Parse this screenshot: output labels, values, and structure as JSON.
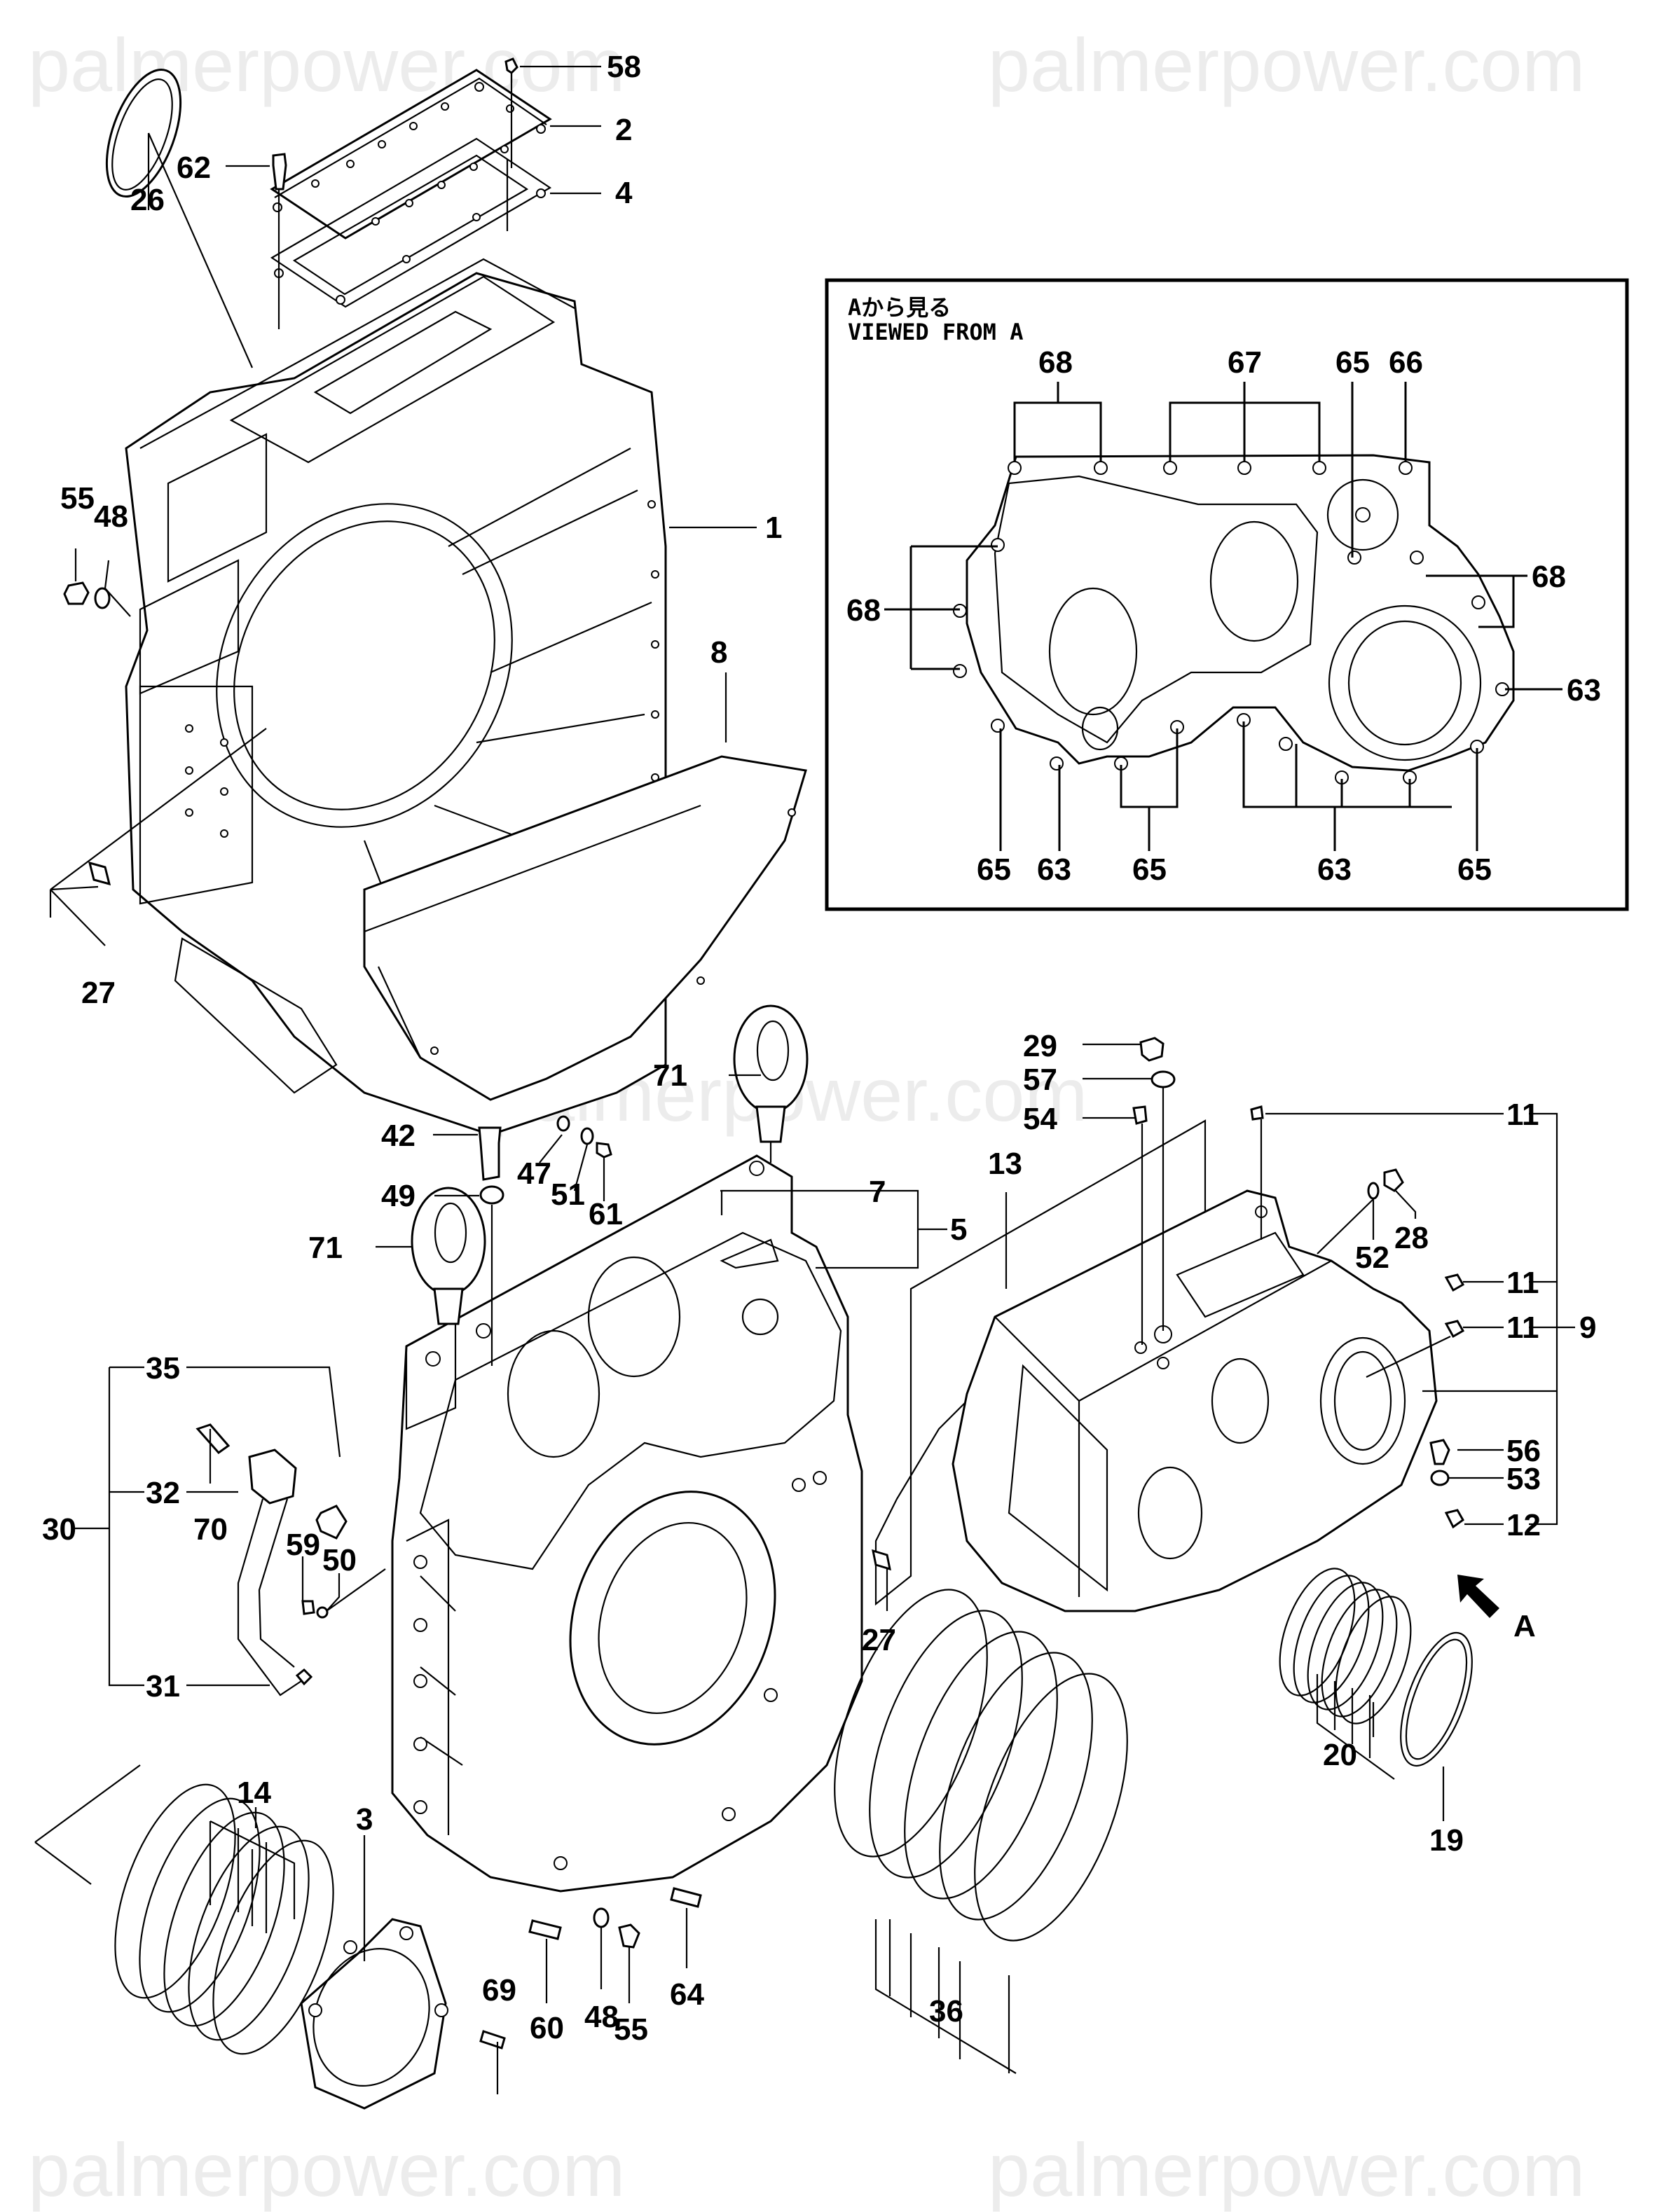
{
  "watermark": "palmerpower.com",
  "inset": {
    "title_jp": "Aから見る",
    "title_en": "VIEWED FROM A",
    "callouts": [
      "68",
      "67",
      "65",
      "66",
      "68",
      "68",
      "63",
      "65",
      "63",
      "65",
      "63",
      "65"
    ]
  },
  "view_arrow_label": "A",
  "callouts": {
    "c58": "58",
    "c2": "2",
    "c62": "62",
    "c4": "4",
    "c26": "26",
    "c1": "1",
    "c55a": "55",
    "c48a": "48",
    "c8": "8",
    "c27a": "27",
    "c71a": "71",
    "c42": "42",
    "c47": "47",
    "c51": "51",
    "c61": "61",
    "c49": "49",
    "c7": "7",
    "c5": "5",
    "c71b": "71",
    "c13": "13",
    "c29": "29",
    "c57": "57",
    "c54": "54",
    "c11a": "11",
    "c52": "52",
    "c28": "28",
    "c11b": "11",
    "c11c": "11",
    "c9": "9",
    "c56": "56",
    "c53": "53",
    "c12": "12",
    "c35": "35",
    "c70": "70",
    "c30": "30",
    "c32": "32",
    "c59": "59",
    "c50": "50",
    "c31": "31",
    "c27b": "27",
    "c20": "20",
    "c19": "19",
    "c14": "14",
    "c3": "3",
    "c69": "69",
    "c60": "60",
    "c48b": "48",
    "c55b": "55",
    "c64": "64",
    "c36": "36"
  }
}
